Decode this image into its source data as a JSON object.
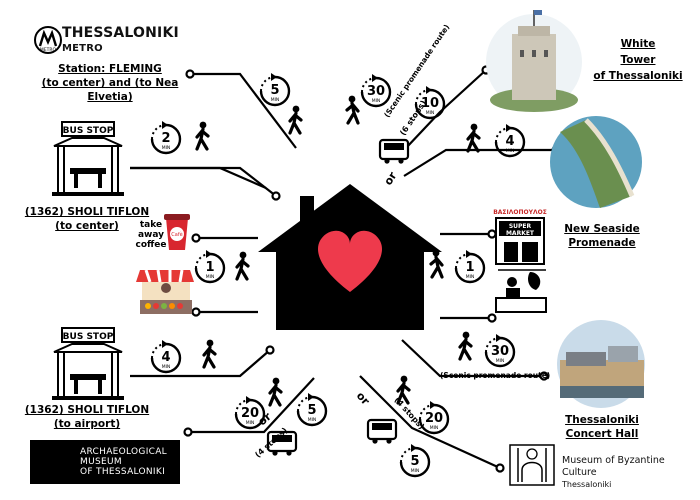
{
  "metro": {
    "logo_lines": [
      "THESSALONIKI",
      "METRO"
    ],
    "logo_mark_text": "METRO",
    "station_line1": "Station: FLEMING",
    "station_line2": "(to center) and (to Nea Elvetia)"
  },
  "bus_stop_sign": "BUS STOP",
  "bus_center": {
    "line1": "(1362) SHOLI TIFLON",
    "line2": "(to center)"
  },
  "bus_airport": {
    "line1": "(1362) SHOLI TIFLON",
    "line2": "(to airport)"
  },
  "coffee_label": [
    "take",
    "away",
    "coffee"
  ],
  "coffee_cup_text": "Cafè",
  "supermarket": {
    "brand": "ΒΑΣΙΛΟΠΟΥΛΟΣ",
    "sign": [
      "SUPER",
      "MARKET"
    ]
  },
  "white_tower": {
    "lines": [
      "White",
      "Tower",
      "of Thessaloniki"
    ]
  },
  "seaside": {
    "lines": [
      "New Seaside",
      "Promenade"
    ]
  },
  "concert": {
    "lines": [
      "Thessaloniki",
      "Concert Hall"
    ]
  },
  "archaeological": {
    "lines": [
      "ARCHAEOLOGICAL",
      "MUSEUM",
      "OF THESSALONIKI"
    ]
  },
  "byzantine": {
    "line1": "Museum of Byzantine Culture",
    "line2": "Thessaloniki"
  },
  "min_unit": "MIN",
  "or_word": "or",
  "timers": {
    "metro_walk": "5",
    "bus_center_walk": "2",
    "coffee_walk": "1",
    "bus_airport_walk": "4",
    "arch_walk": "20",
    "arch_bus": "5",
    "tower_walk": "30",
    "tower_bus": "10",
    "seaside_walk": "4",
    "super_walk": "1",
    "concert_walk": "30",
    "byz_walk": "20",
    "byz_bus": "5"
  },
  "route_notes": {
    "tower_scenic": "(Scenic promenade route)",
    "tower_stops": "(6 stops)",
    "concert_scenic": "(Scenic promenade route)",
    "arch_stops": "(4 stops)",
    "byz_stops": "(4 stops)"
  },
  "colors": {
    "heart": "#ee3a4c",
    "house": "#000000",
    "ink": "#000000"
  }
}
